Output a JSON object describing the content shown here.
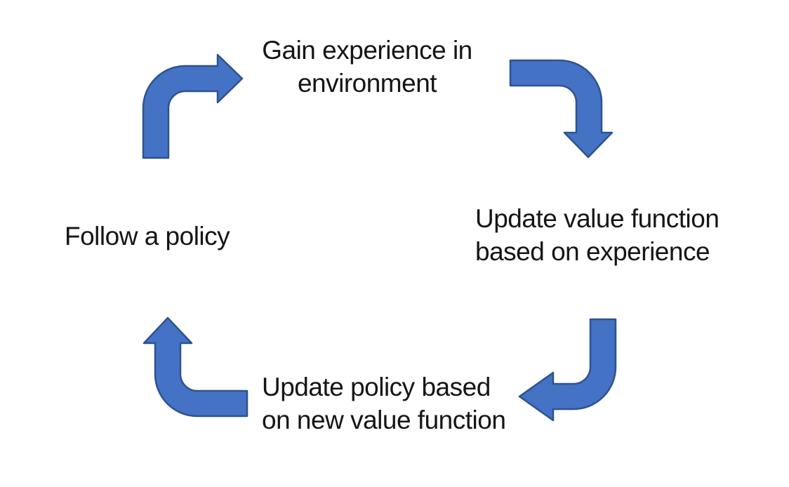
{
  "colors": {
    "arrow_fill": "#4472C4",
    "arrow_stroke": "#2F528F",
    "text": "#151515",
    "background": "#FFFFFF"
  },
  "diagram": {
    "kind": "cycle",
    "flow": "clockwise",
    "nodes": {
      "gain_experience": {
        "text": "Gain experience in\nenvironment"
      },
      "update_value": {
        "text": "Update value function\nbased on experience"
      },
      "update_policy": {
        "text": "Update policy based\non new value function"
      },
      "follow_policy": {
        "text": "Follow a policy"
      }
    },
    "arrows": {
      "top_left": {
        "direction": "up-then-right"
      },
      "top_right": {
        "direction": "right-then-down"
      },
      "bottom_right": {
        "direction": "down-then-left"
      },
      "bottom_left": {
        "direction": "left-then-up"
      }
    }
  }
}
